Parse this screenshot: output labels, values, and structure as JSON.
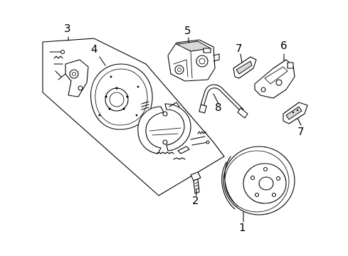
{
  "diagram": {
    "callouts": [
      {
        "id": "c1",
        "text": "1"
      },
      {
        "id": "c2",
        "text": "2"
      },
      {
        "id": "c3",
        "text": "3"
      },
      {
        "id": "c4",
        "text": "4"
      },
      {
        "id": "c5",
        "text": "5"
      },
      {
        "id": "c6",
        "text": "6"
      },
      {
        "id": "c7a",
        "text": "7"
      },
      {
        "id": "c7b",
        "text": "7"
      },
      {
        "id": "c8",
        "text": "8"
      }
    ]
  }
}
